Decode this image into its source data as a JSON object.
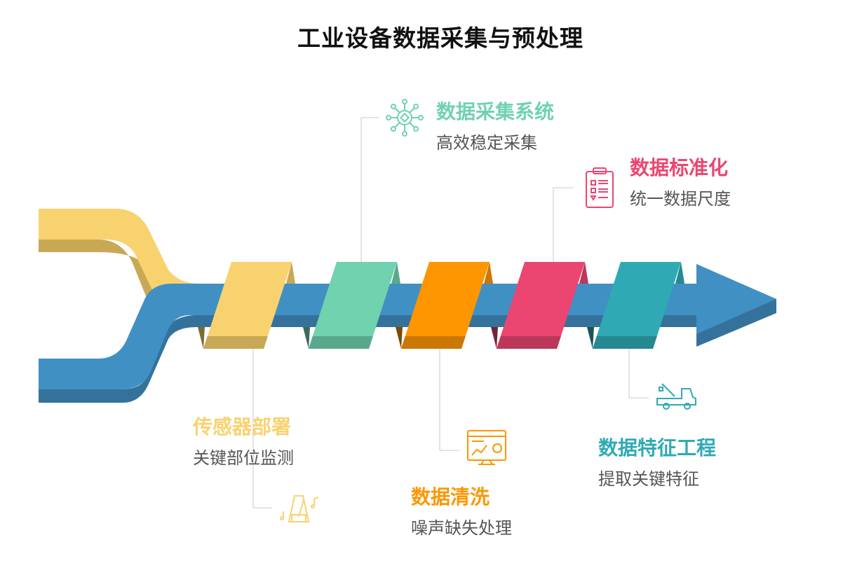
{
  "title": "工业设备数据采集与预处理",
  "colors": {
    "arrow": "#4090c4",
    "arrow_shadow": "#34729c",
    "line": "#c8c8c8"
  },
  "steps": [
    {
      "title": "传感器部署",
      "subtitle": "关键部位监测",
      "color": "#f9d270",
      "dark": "#c9a855",
      "side": "#7e6a36",
      "icon": "metronome-icon"
    },
    {
      "title": "数据采集系统",
      "subtitle": "高效稳定采集",
      "color": "#70d2ae",
      "dark": "#5aa88b",
      "side": "#3a6c5a",
      "icon": "network-hub-icon"
    },
    {
      "title": "数据清洗",
      "subtitle": "噪声缺失处理",
      "color": "#fd9600",
      "dark": "#cb7800",
      "side": "#7d4a00",
      "icon": "monitor-chart-icon"
    },
    {
      "title": "数据标准化",
      "subtitle": "统一数据尺度",
      "color": "#ea4671",
      "dark": "#bb385a",
      "side": "#762338",
      "icon": "clipboard-list-icon"
    },
    {
      "title": "数据特征工程",
      "subtitle": "提取关键特征",
      "color": "#2faab4",
      "dark": "#268890",
      "side": "#17555a",
      "icon": "tow-truck-icon"
    }
  ]
}
